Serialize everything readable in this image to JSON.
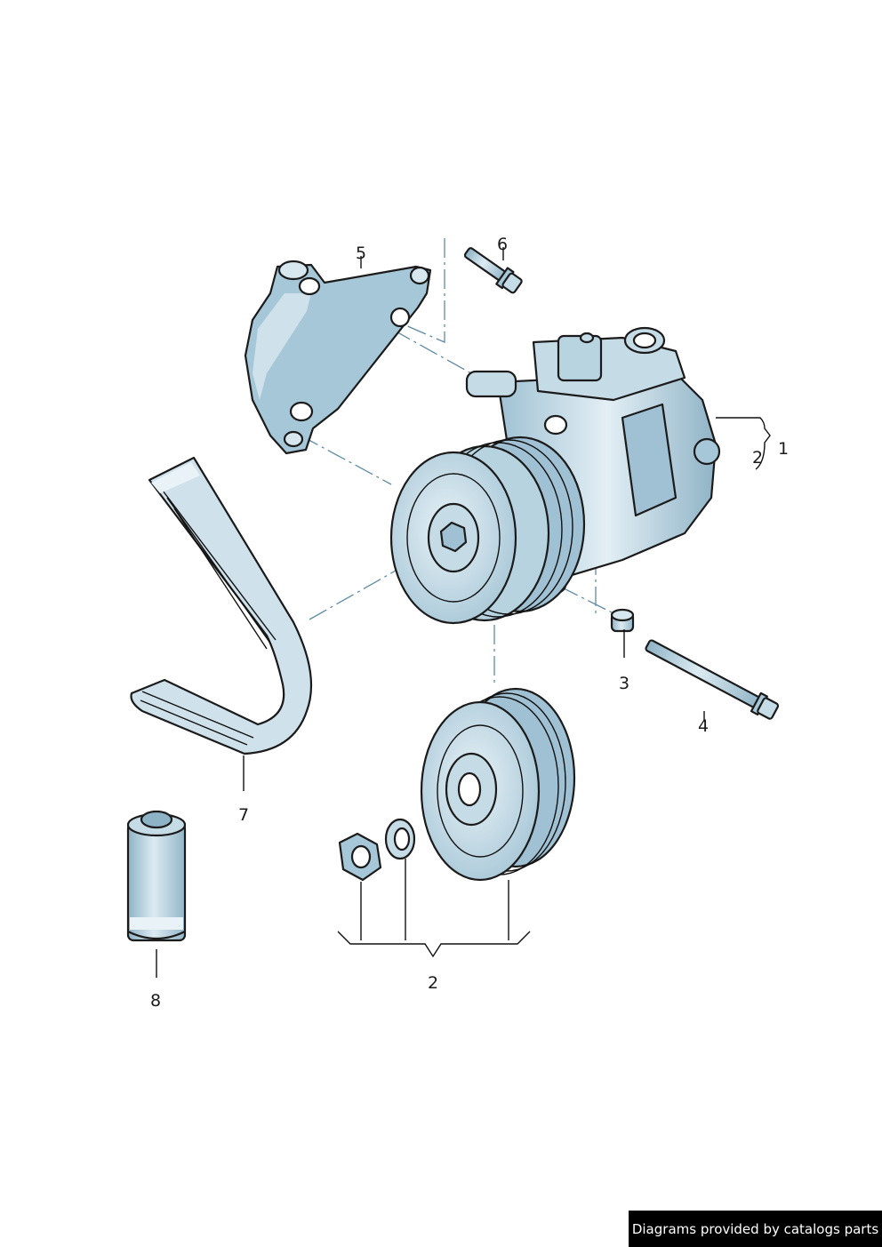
{
  "callouts": {
    "c1": "1",
    "c2_compressor": "2",
    "c2_pulley": "2",
    "c3": "3",
    "c4": "4",
    "c5": "5",
    "c6": "6",
    "c7": "7",
    "c8": "8"
  },
  "credit": "Diagrams provided by catalogs parts",
  "colors": {
    "part_fill": "#b7d3e0",
    "part_shadow": "#8fb3c6",
    "part_highlight": "#e3eff5",
    "outline": "#1b1b1b",
    "centerline": "#5f8aa3",
    "credit_bg": "#000000",
    "credit_text": "#ffffff"
  }
}
